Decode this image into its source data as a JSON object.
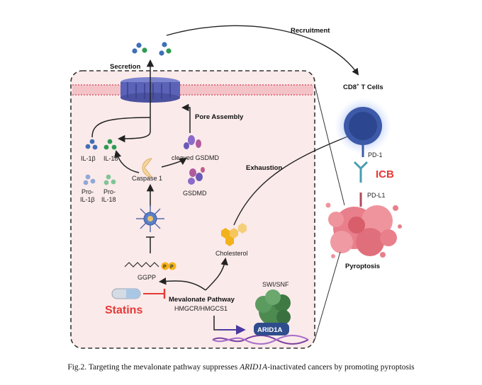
{
  "labels": {
    "recruitment": "Recruitment",
    "secretion": "Secretion",
    "cd8_prefix": "CD8",
    "cd8_sup": "+",
    "cd8_suffix": " T Cells",
    "pore_assembly": "Pore Assembly",
    "il1b": "IL-1β",
    "il18": "IL-18",
    "cleaved_gsdmd": "cleaved GSDMD",
    "caspase1": "Caspase 1",
    "pro_il1b_1": "Pro-",
    "pro_il1b_2": "IL-1β",
    "pro_il18_1": "Pro-",
    "pro_il18_2": "IL-18",
    "gsdmd": "GSDMD",
    "exhaustion": "Exhaustion",
    "pd1": "PD-1",
    "icb": "ICB",
    "pdl1": "PD-L1",
    "cholesterol": "Cholesterol",
    "ggpp": "GGPP",
    "pp": "P",
    "pyroptosis": "Pyroptosis",
    "swi_snf": "SWI/SNF",
    "statins": "Statins",
    "mevalonate_pathway": "Mevalonate Pathway",
    "hmgcr": "HMGCR/HMGCS1",
    "arid1a": "ARID1A"
  },
  "caption": {
    "prefix": "Fig.2. Targeting the mevalonate pathway suppresses ",
    "gene": "ARID1A",
    "suffix": "-inactivated cancers by promoting pyroptosis"
  },
  "colors": {
    "cell_fill": "#fbeaea",
    "membrane": "#e07a86",
    "pore": "#5b63b8",
    "tcell": "#3c5aa8",
    "icb": "#e53935",
    "statins": "#e53935",
    "pyroptosis_cell": "#e87f8a",
    "cholesterol": "#f2b21b",
    "arid1a": "#2f4d8c",
    "swi_snf": "#4c8a50",
    "dna": "#7b3fa0"
  }
}
